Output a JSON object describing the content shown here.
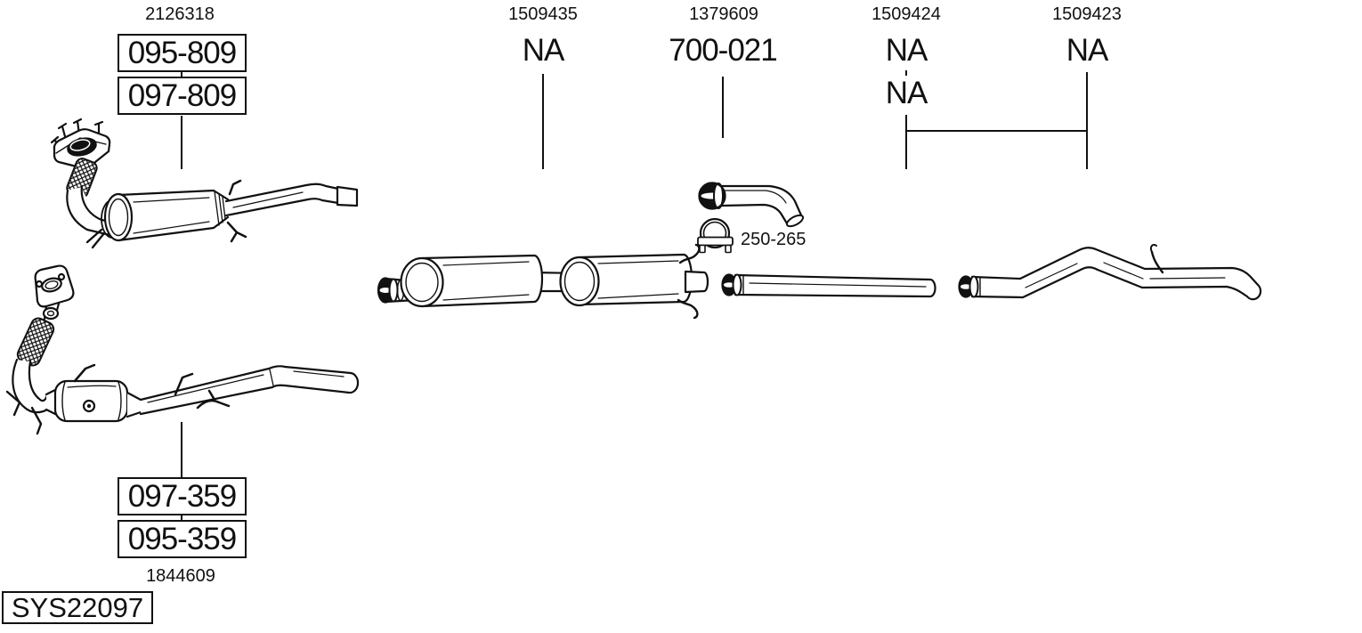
{
  "colors": {
    "ink": "#111111",
    "background": "#ffffff"
  },
  "system": {
    "code": "SYS22097"
  },
  "callouts": {
    "front_muffler": {
      "ref": "2126318",
      "code_top": "095-809",
      "code_bottom": "097-809"
    },
    "center_silencer": {
      "ref": "1509435",
      "availability": "NA"
    },
    "elbow_pipe": {
      "ref": "1379609",
      "code": "700-021"
    },
    "intermediate_pipe": {
      "ref": "1509424",
      "availability_top": "NA",
      "availability_bottom": "NA"
    },
    "tail_pipe": {
      "ref": "1509423",
      "availability": "NA"
    },
    "clamp": {
      "code": "250-265"
    },
    "catalyst": {
      "ref": "1844609",
      "code_top": "097-359",
      "code_bottom": "095-359"
    }
  }
}
